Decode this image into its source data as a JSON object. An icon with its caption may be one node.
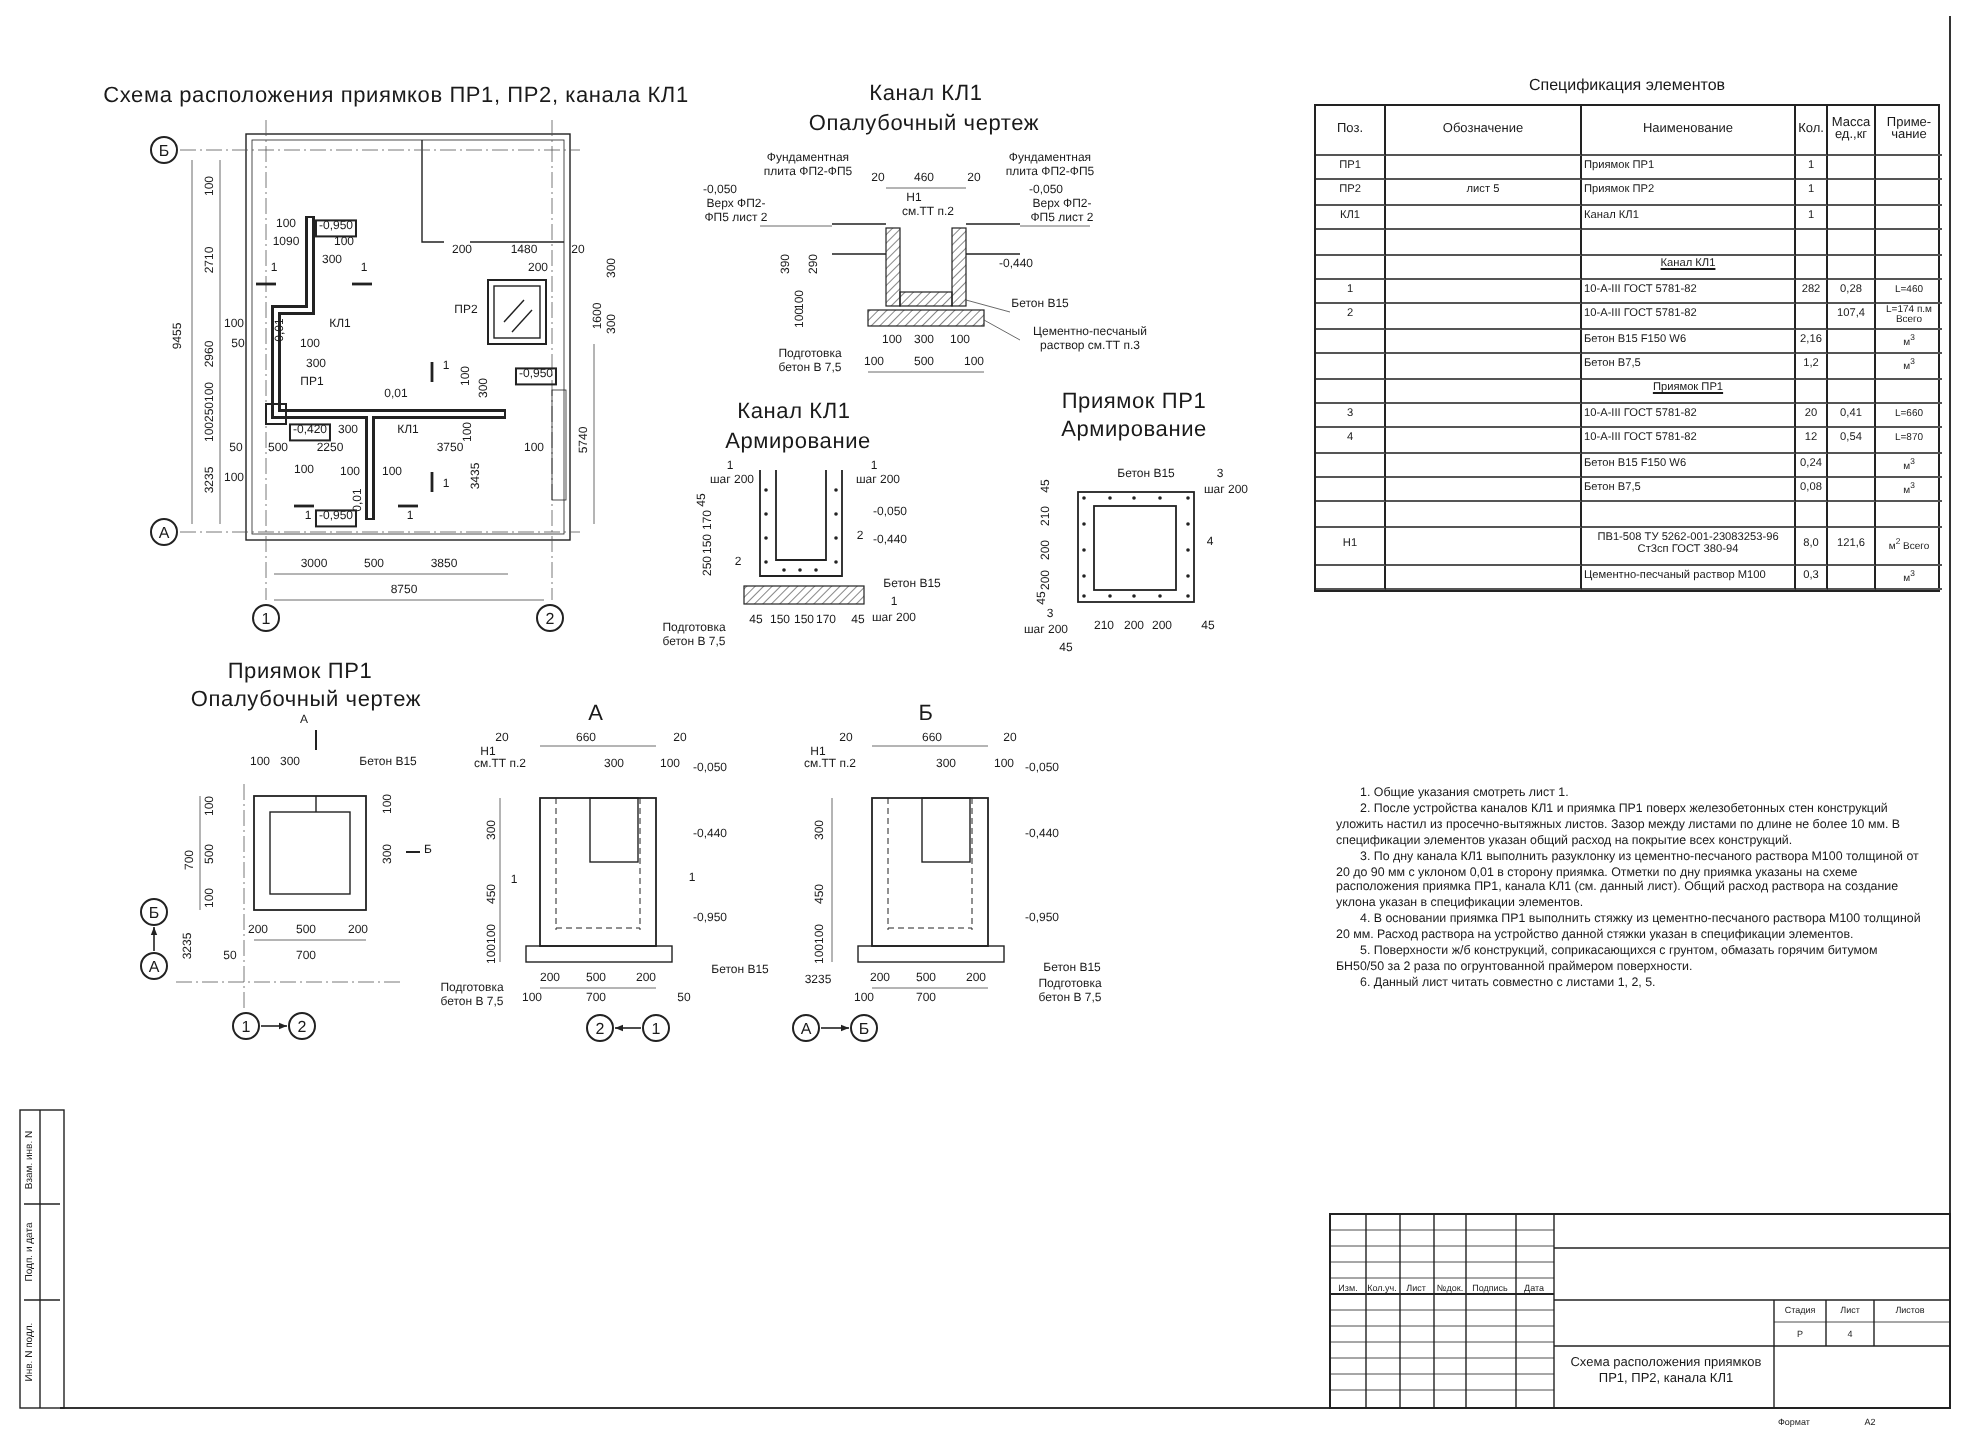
{
  "diagram": {
    "nodes": [
      {
        "text": [
          "Б"
        ]
      },
      {
        "text": [
          "А"
        ]
      },
      {
        "text": [
          "1"
        ]
      },
      {
        "text": [
          "2"
        ]
      },
      {
        "text": [
          "Б"
        ]
      },
      {
        "text": [
          "А"
        ]
      },
      {
        "text": [
          "1"
        ]
      },
      {
        "text": [
          "2"
        ]
      },
      {
        "text": [
          "2"
        ]
      },
      {
        "text": [
          "1"
        ]
      },
      {
        "text": [
          "А"
        ]
      },
      {
        "text": [
          "Б"
        ]
      }
    ],
    "edges": [
      {
        "from": 5,
        "to": 4,
        "arrow": "to"
      },
      {
        "from": 6,
        "to": 7,
        "arrow": "to"
      },
      {
        "from": 9,
        "to": 8,
        "arrow": "to"
      },
      {
        "from": 10,
        "to": 11,
        "arrow": "to"
      }
    ],
    "labels": [
      "Схема расположения приямков ПР1, ПР2, канала КЛ1",
      "100",
      "2710",
      "2960",
      "100",
      "250",
      "100",
      "3235",
      "9455",
      "100",
      "1090",
      "-0,950",
      "100",
      "300",
      "1",
      "1",
      "100",
      "0,01",
      "КЛ1",
      "50",
      "100",
      "300",
      "ПР1",
      "0,01",
      "-0,420",
      "300",
      "КЛ1",
      "1",
      "100",
      "300",
      "-0,950",
      "100",
      "50",
      "500",
      "2250",
      "3750",
      "100",
      "100",
      "100",
      "100",
      "100",
      "0,01",
      "3435",
      "1",
      "1",
      "-0,950",
      "1",
      "200",
      "1480",
      "20",
      "200",
      "ПР2",
      "300",
      "1600",
      "300",
      "5740",
      "3000",
      "500",
      "3850",
      "8750",
      "Канал КЛ1",
      "Опалубочный чертеж",
      "Фундаментная плита ФП2-ФП5",
      "Фундаментная плита ФП2-ФП5",
      "-0,050",
      "Верх ФП2-ФП5 лист 2",
      "-0,050",
      "Верх ФП2-ФП5 лист 2",
      "20",
      "460",
      "20",
      "Н1",
      "см.ТТ п.2",
      "390",
      "290",
      "100",
      "100",
      "-0,440",
      "Бетон В15",
      "Цементно-песчаный раствор см.ТТ п.3",
      "Подготовка бетон В 7,5",
      "100",
      "300",
      "100",
      "100",
      "500",
      "100",
      "Канал КЛ1",
      "Армирование",
      "1",
      "шаг 200",
      "1",
      "шаг 200",
      "45",
      "170",
      "150",
      "250",
      "2",
      "2",
      "-0,050",
      "-0,440",
      "Бетон В15",
      "1",
      "шаг 200",
      "Подготовка бетон В 7,5",
      "45",
      "150",
      "150",
      "170",
      "45",
      "Приямок ПР1",
      "Армирование",
      "Бетон В15",
      "3",
      "шаг 200",
      "4",
      "3",
      "шаг 200",
      "45",
      "45",
      "210",
      "200",
      "200",
      "45",
      "210",
      "200",
      "200",
      "45",
      "Приямок ПР1",
      "Опалубочный чертеж",
      "А",
      "100",
      "300",
      "Бетон В15",
      "100",
      "300",
      "Б",
      "700",
      "500",
      "100",
      "100",
      "3235",
      "200",
      "500",
      "200",
      "50",
      "700",
      "А",
      "20",
      "660",
      "20",
      "Н1",
      "см.ТТ п.2",
      "300",
      "100",
      "-0,050",
      "300",
      "-0,440",
      "450",
      "1",
      "1",
      "-0,950",
      "100",
      "100",
      "Бетон В15",
      "200",
      "500",
      "200",
      "Подготовка бетон В 7,5",
      "100",
      "700",
      "50",
      "Б",
      "20",
      "660",
      "20",
      "Н1",
      "см.ТТ п.2",
      "300",
      "100",
      "-0,050",
      "300",
      "-0,440",
      "450",
      "-0,950",
      "100",
      "100",
      "Бетон В15",
      "Подготовка бетон В 7,5",
      "3235",
      "200",
      "500",
      "200",
      "100",
      "700",
      "Спецификация элементов",
      "Поз.",
      "Обозначение",
      "Наименование",
      "Кол.",
      "Масса ед.,кг",
      "Приме-чание",
      "ПР1",
      "Приямок ПР1",
      "1",
      "ПР2",
      "лист 5",
      "Приямок ПР2",
      "1",
      "КЛ1",
      "Канал КЛ1",
      "1",
      "Канал КЛ1",
      "1",
      "10-А-III ГОСТ 5781-82",
      "282",
      "0,28",
      "L=460",
      "2",
      "10-А-III ГОСТ 5781-82",
      "107,4",
      "L=174 п.м Всего",
      "Бетон В15 F150 W6",
      "2,16",
      "м$^{3}$",
      "Бетон В7,5",
      "1,2",
      "м$^{3}$",
      "Приямок ПР1",
      "3",
      "10-А-III ГОСТ 5781-82",
      "20",
      "0,41",
      "L=660",
      "4",
      "10-А-III ГОСТ 5781-82",
      "12",
      "0,54",
      "L=870",
      "Бетон В15 F150 W6",
      "0,24",
      "м$^{3}$",
      "Бетон В7,5",
      "0,08",
      "м$^{3}$",
      "Н1",
      "ПВ1-508 ТУ 5262-001-23083253-96 Ст3сп ГОСТ 380-94",
      "8,0",
      "121,6",
      "м$^{2}$ Всего",
      "Цементно-песчаный раствор М100",
      "0,3",
      "м$^{3}$",
      "1. Общие указания смотреть лист 1.",
      "2. После устройства каналов КЛ1 и приямка ПР1 поверх железобетонных стен конструкций уложить настил из просечно-вытяжных листов. Зазор между листами по длине не более 10 мм. В спецификации элементов указан общий расход на покрытие всех конструкций.",
      "3. По дну канала КЛ1 выполнить разуклонку из цементно-песчаного раствора М100 толщиной от 20 до 90 мм с уклоном 0,01 в сторону приямка. Отметки по дну приямка указаны на схеме расположения приямка ПР1, канала КЛ1 (см. данный лист). Общий расход раствора на создание уклона указан в спецификации элементов.",
      "4. В основании приямка ПР1 выполнить стяжку из цементно-песчаного раствора М100 толщиной 20 мм. Расход раствора на устройство данной стяжки указан в спецификации элементов.",
      "5. Поверхности ж/б конструкций, соприкасающихся с грунтом, обмазать горячим битумом БН50/50 за 2 раза по огрунтованной праймером поверхности.",
      "6. Данный лист читать совместно с листами 1, 2, 5.",
      "Изм.",
      "Кол.уч.",
      "Лист",
      "№док.",
      "Подпись",
      "Дата",
      "Стадия",
      "Лист",
      "Листов",
      "Р",
      "4",
      "Схема расположения приямков ПР1, ПР2, канала КЛ1",
      "Формат",
      "А2",
      "Взам. инв. N",
      "Подп. и дата",
      "Инв. N подл."
    ]
  }
}
